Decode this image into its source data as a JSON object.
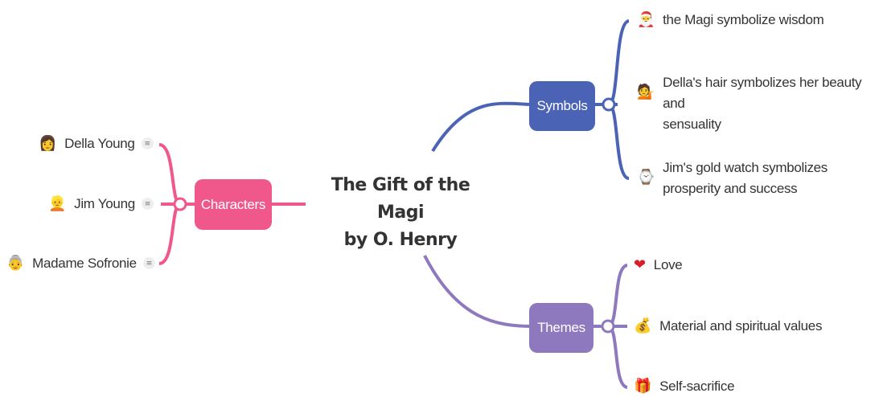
{
  "root": {
    "line1": "The Gift of the Magi",
    "line2": "by O. Henry"
  },
  "colors": {
    "characters": "#f0578a",
    "symbols": "#4a63b5",
    "themes": "#8f79be"
  },
  "characters": {
    "label": "Characters",
    "items": [
      {
        "emoji": "👩",
        "text": "Della Young",
        "note_icon": "≡"
      },
      {
        "emoji": "👱",
        "text": "Jim Young",
        "note_icon": "≡"
      },
      {
        "emoji": "👵",
        "text": "Madame Sofronie",
        "note_icon": "≡"
      }
    ]
  },
  "symbols": {
    "label": "Symbols",
    "items": [
      {
        "emoji": "🎅",
        "text": "the Magi symbolize wisdom"
      },
      {
        "emoji": "💁",
        "line1": "Della's hair symbolizes her beauty and",
        "line2": "sensuality"
      },
      {
        "emoji": "⌚",
        "line1": "Jim's gold watch symbolizes",
        "line2": "prosperity and success"
      }
    ]
  },
  "themes": {
    "label": "Themes",
    "items": [
      {
        "emoji": "❤",
        "text": "Love"
      },
      {
        "emoji": "💰",
        "text": "Material and spiritual values"
      },
      {
        "emoji": "🎁",
        "text": "Self-sacrifice"
      }
    ]
  }
}
